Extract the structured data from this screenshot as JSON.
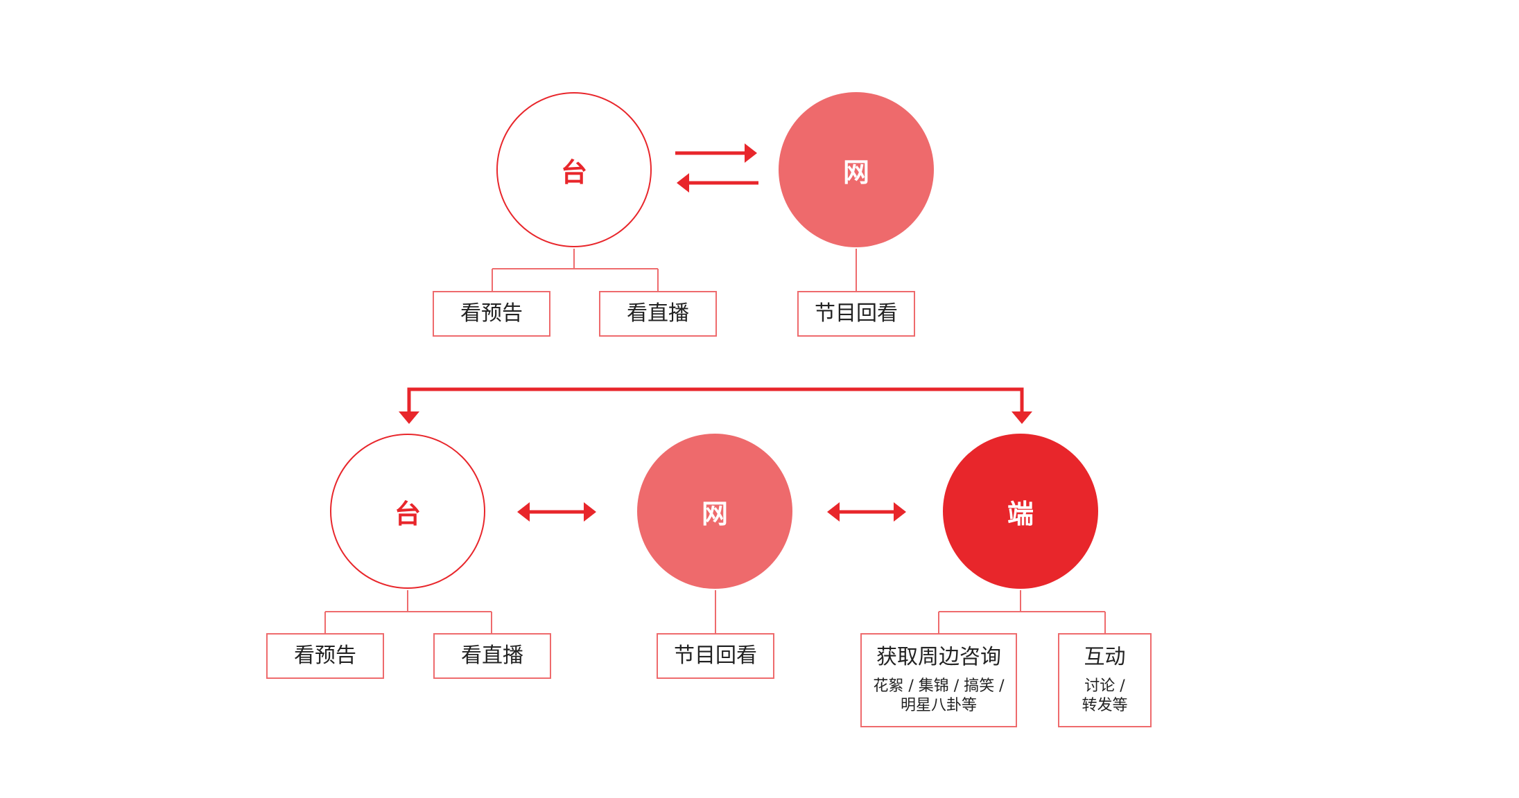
{
  "colors": {
    "accent_red": "#e8262b",
    "pink": "#ee6a6c",
    "text": "#222222"
  },
  "top_row": {
    "tai": "台",
    "wang": "网",
    "tai_children": [
      "看预告",
      "看直播"
    ],
    "wang_children": [
      "节目回看"
    ]
  },
  "bottom_row": {
    "tai": "台",
    "wang": "网",
    "duan": "端",
    "tai_children": [
      "看预告",
      "看直播"
    ],
    "wang_children": [
      "节目回看"
    ],
    "duan_children": [
      {
        "title": "获取周边咨询",
        "sub_line1": "花絮 / 集锦 / 搞笑 /",
        "sub_line2": "明星八卦等"
      },
      {
        "title": "互动",
        "sub_line1": "讨论 /",
        "sub_line2": "转发等"
      }
    ]
  }
}
